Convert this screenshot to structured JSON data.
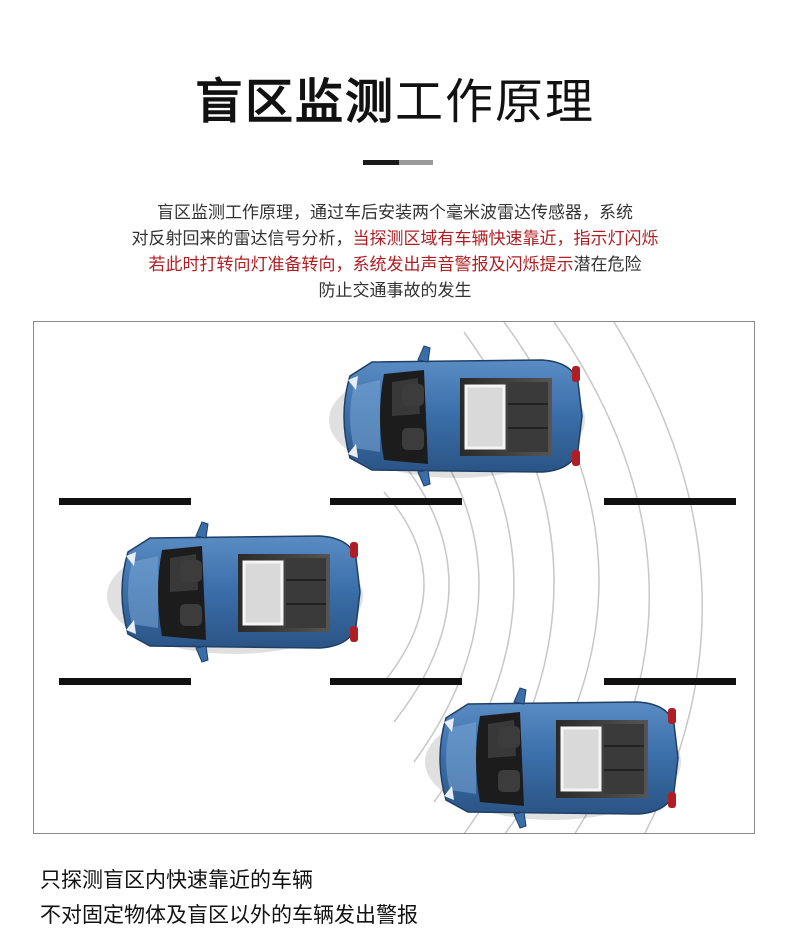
{
  "title": {
    "bold": "盲区监测",
    "light": "工作原理"
  },
  "description": {
    "line1": "盲区监测工作原理，通过车后安装两个毫米波雷达传感器，系统",
    "line2_normal": "对反射回来的雷达信号分析，",
    "line2_highlight": "当探测区域有车辆快速靠近，指示灯闪烁",
    "line3_highlight": "若此时打转向灯准备转向，系统发出声音警报及闪烁提示",
    "line3_normal": "潜在危险",
    "line4": "防止交通事故的发生"
  },
  "colors": {
    "highlight": "#b01e23",
    "car_body": "#3a6ea8",
    "lane_mark": "#111111",
    "radar_wave": "#c8c8c8"
  },
  "notes": [
    "只探测盲区内快速靠近的车辆",
    "不对固定物体及盲区以外的车辆发出警报"
  ]
}
